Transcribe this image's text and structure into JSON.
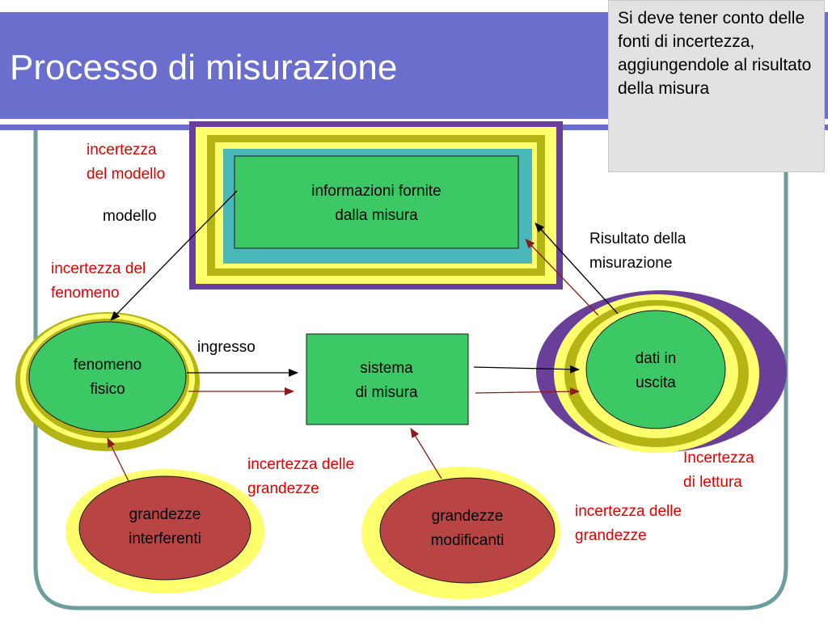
{
  "slide": {
    "title": "Processo di misurazione",
    "note": "Si deve tener conto delle fonti di incertezza, aggiungendole al risultato della misura"
  },
  "labels": {
    "incertezza_modello": [
      "incertezza",
      "del modello"
    ],
    "modello": "modello",
    "incertezza_fenomeno": [
      "incertezza del",
      "fenomeno"
    ],
    "ingresso": "ingresso",
    "risultato_misurazione": [
      "Risultato della",
      "misurazione"
    ],
    "incertezza_lettura": [
      "Incertezza",
      "di lettura"
    ],
    "incertezza_grandezze_interferenti": [
      "incertezza delle",
      "grandezze"
    ],
    "incertezza_grandezze_modificanti": [
      "incertezza delle",
      "grandezze"
    ]
  },
  "nodes": {
    "informazioni": [
      "informazioni fornite",
      "dalla misura"
    ],
    "fenomeno": [
      "fenomeno",
      "fisico"
    ],
    "sistema": [
      "sistema",
      "di misura"
    ],
    "dati": [
      "dati in",
      "uscita"
    ],
    "interferenti": [
      "grandezze",
      "interferenti"
    ],
    "modificanti": [
      "grandezze",
      "modificanti"
    ]
  },
  "colors": {
    "title_band": "#6a6fce",
    "frame": "#6b9e9c",
    "purple": "#6a3f9a",
    "olive": "#b4b414",
    "yellow": "#ffff6e",
    "teal": "#4ab8b8",
    "green": "#3cc864",
    "red_fill": "#b84444",
    "red_text": "#e00000",
    "dark_red_arrow": "#8b1a1a"
  }
}
